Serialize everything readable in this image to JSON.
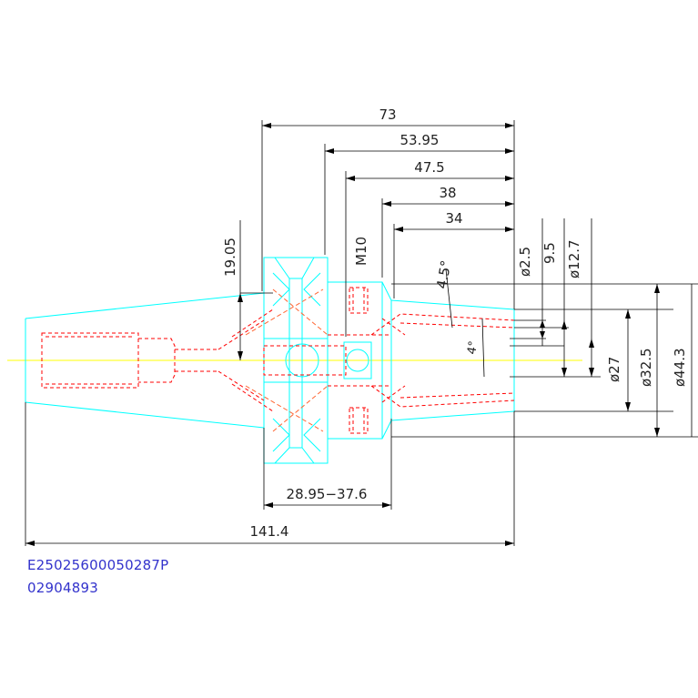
{
  "colors": {
    "outline": "#00ffff",
    "hidden": "#ff0000",
    "centerline": "#ffff00",
    "dimension": "#000000",
    "code": "#3333cc",
    "background": "#ffffff"
  },
  "dimensions": {
    "len_73": "73",
    "len_53_95": "53.95",
    "len_47_5": "47.5",
    "len_38": "38",
    "len_34": "34",
    "len_19_05": "19.05",
    "thread_m10": "M10",
    "angle_4_5": "4.5°",
    "angle_4": "4°",
    "dia_2_5": "ø2.5",
    "dim_9_5": "9.5",
    "dia_12_7": "ø12.7",
    "dia_27": "ø27",
    "dia_32_5": "ø32.5",
    "dia_44_3": "ø44.3",
    "range_28_95_37_6": "28.95−37.6",
    "len_141_4": "141.4"
  },
  "part_codes": {
    "code_1": "E25025600050287P",
    "code_2": "02904893"
  }
}
